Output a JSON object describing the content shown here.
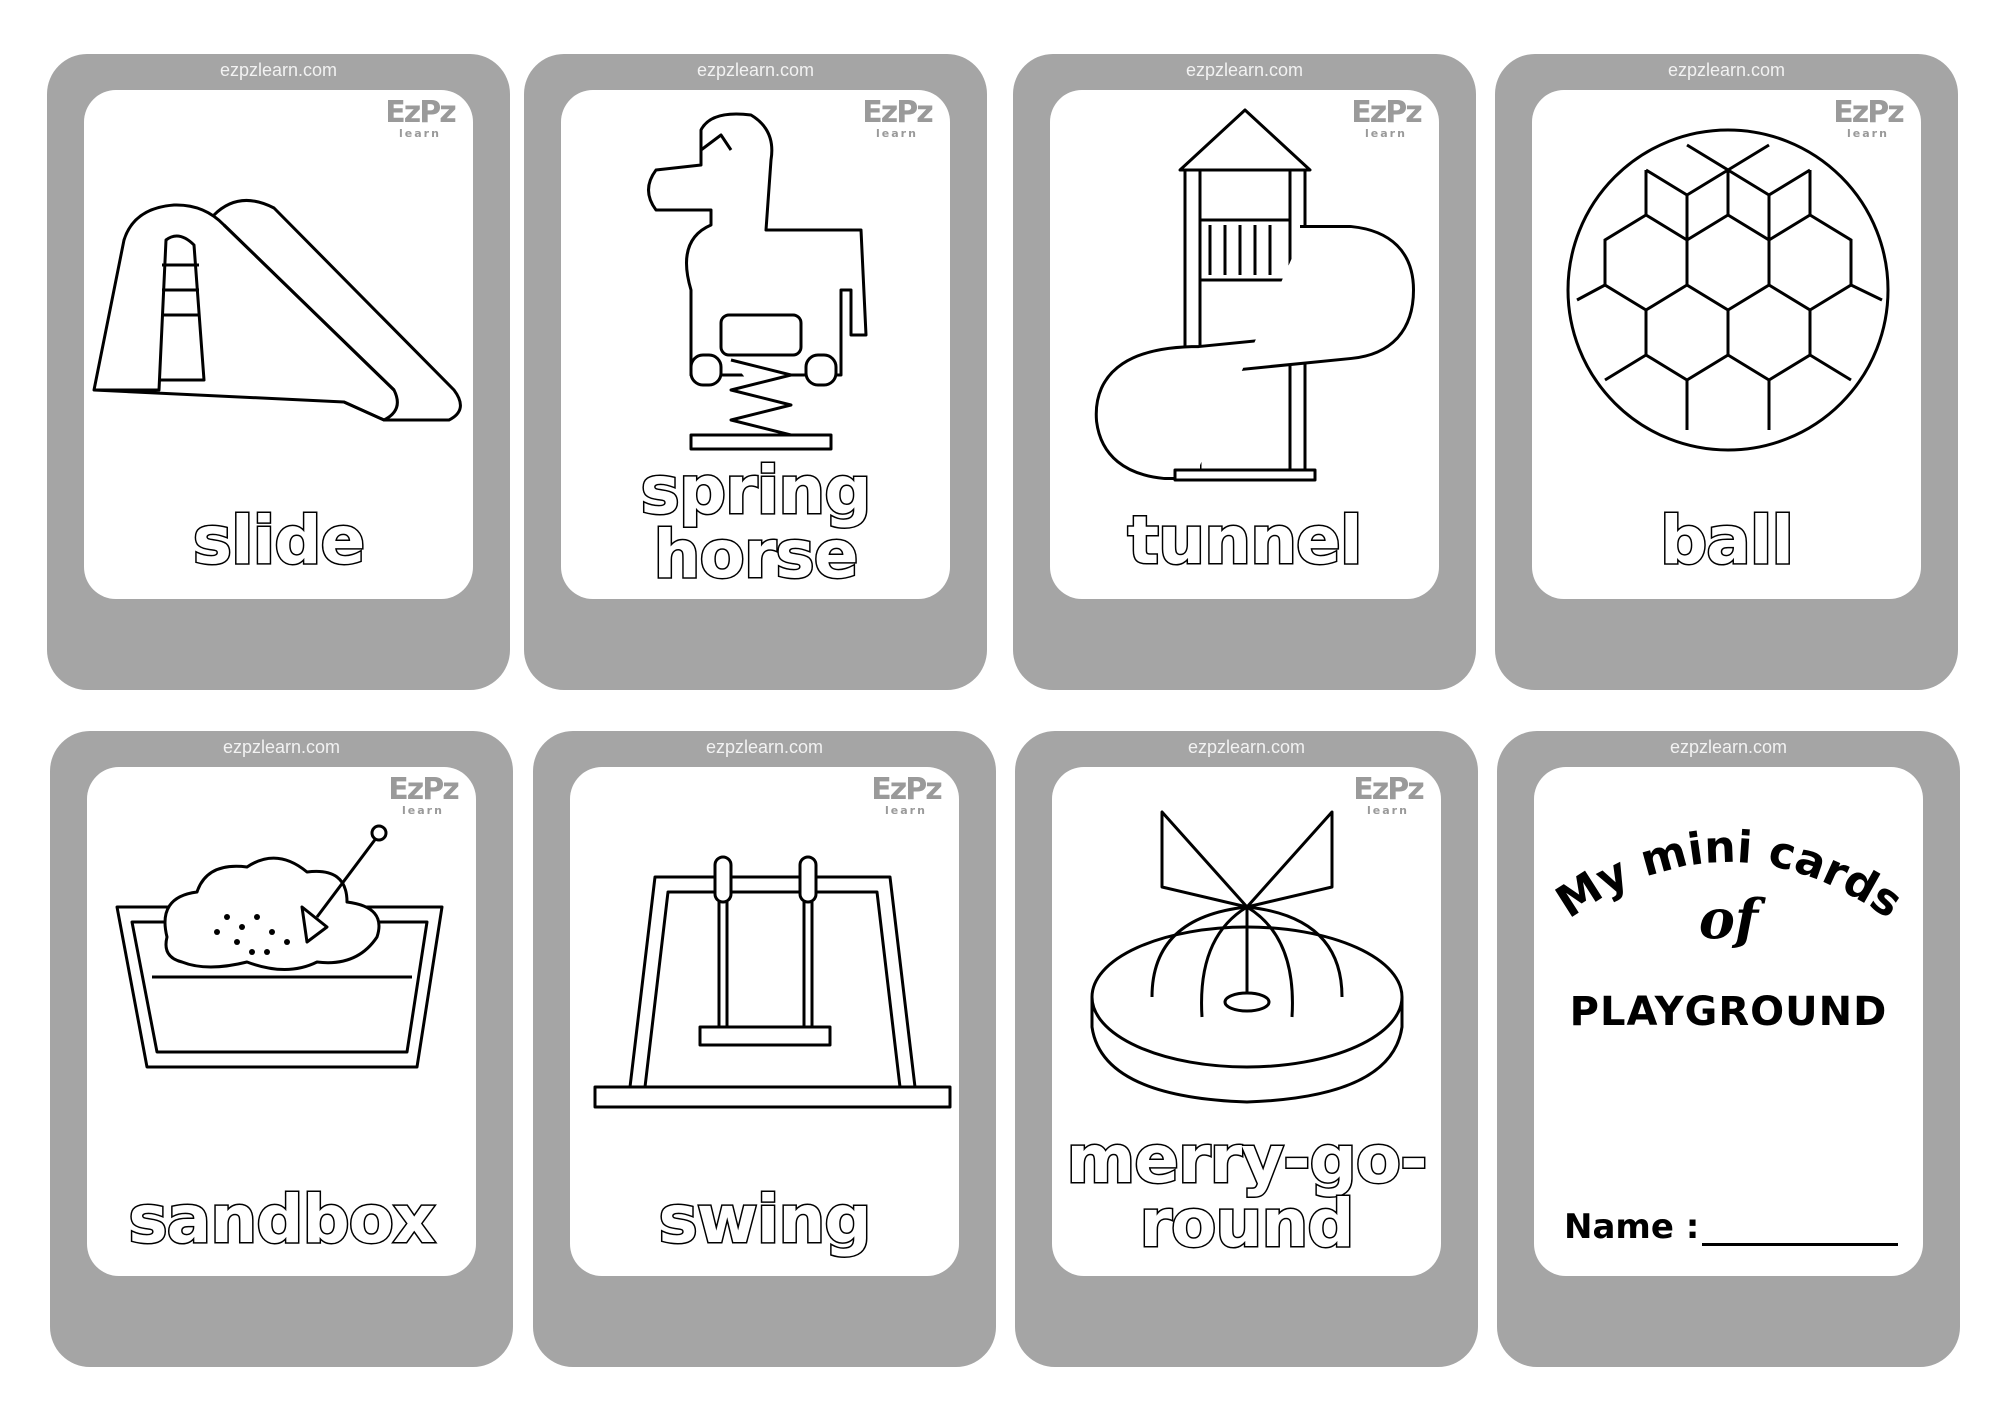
{
  "site": "ezpzlearn.com",
  "logo": {
    "top": "EzPz",
    "bottom": "learn"
  },
  "colors": {
    "card_border": "#a5a5a5",
    "card_face": "#ffffff",
    "ink": "#000000"
  },
  "cards": [
    {
      "word_lines": [
        "slide"
      ],
      "icon": "slide-icon"
    },
    {
      "word_lines": [
        "spring",
        "horse"
      ],
      "icon": "spring-horse-icon"
    },
    {
      "word_lines": [
        "tunnel"
      ],
      "icon": "tunnel-slide-tower-icon"
    },
    {
      "word_lines": [
        "ball"
      ],
      "icon": "soccer-ball-icon"
    },
    {
      "word_lines": [
        "sandbox"
      ],
      "icon": "sandbox-icon"
    },
    {
      "word_lines": [
        "swing"
      ],
      "icon": "swing-icon"
    },
    {
      "word_lines": [
        "merry-go-",
        "round"
      ],
      "icon": "merry-go-round-icon"
    }
  ],
  "cover": {
    "title": "My mini cards",
    "of": "of",
    "subject": "PLAYGROUND",
    "name_label": "Name :"
  }
}
